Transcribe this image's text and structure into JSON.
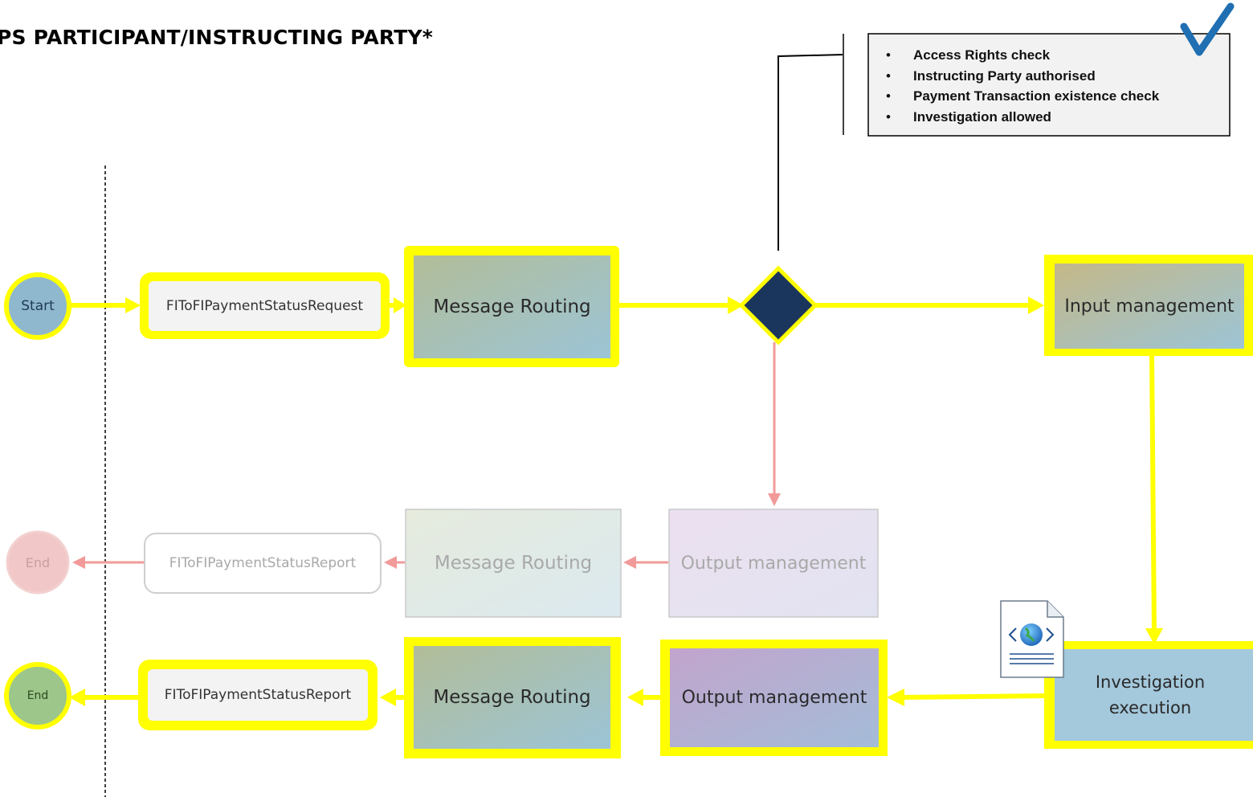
{
  "title": "PS PARTICIPANT/INSTRUCTING PARTY*",
  "checklist": {
    "items": [
      "Access Rights check",
      "Instructing Party authorised",
      "Payment Transaction existence check",
      "Investigation allowed"
    ],
    "icon": "checkmark-icon"
  },
  "nodes": {
    "start": "Start",
    "request_message": "FIToFIPaymentStatusRequest",
    "routing_in": "Message Routing",
    "input_management": "Input management",
    "investigation": "Investigation execution",
    "output_success": "Output management",
    "routing_out_success": "Message Routing",
    "report_success": "FIToFIPaymentStatusReport",
    "end_success": "End",
    "output_failure": "Output management",
    "routing_out_failure": "Message Routing",
    "report_failure": "FIToFIPaymentStatusReport",
    "end_failure": "End",
    "document_icon": "xml-document-icon"
  },
  "colors": {
    "highlight": "#ffff00",
    "decision": "#1b365d",
    "success_flow": "#ffff00",
    "failure_flow": "#f29a9a",
    "check": "#1f6fb2"
  }
}
